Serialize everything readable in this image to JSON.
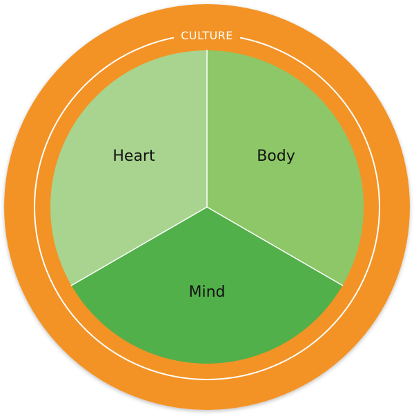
{
  "diagram": {
    "outer_ring": {
      "label": "CULTURE",
      "color": "#F39325"
    },
    "segments": [
      {
        "id": "heart",
        "label": "Heart",
        "color": "#A8D48F"
      },
      {
        "id": "body",
        "label": "Body",
        "color": "#8DC767"
      },
      {
        "id": "mind",
        "label": "Mind",
        "color": "#52B04A"
      }
    ],
    "divider_color": "#FFFFFF"
  }
}
